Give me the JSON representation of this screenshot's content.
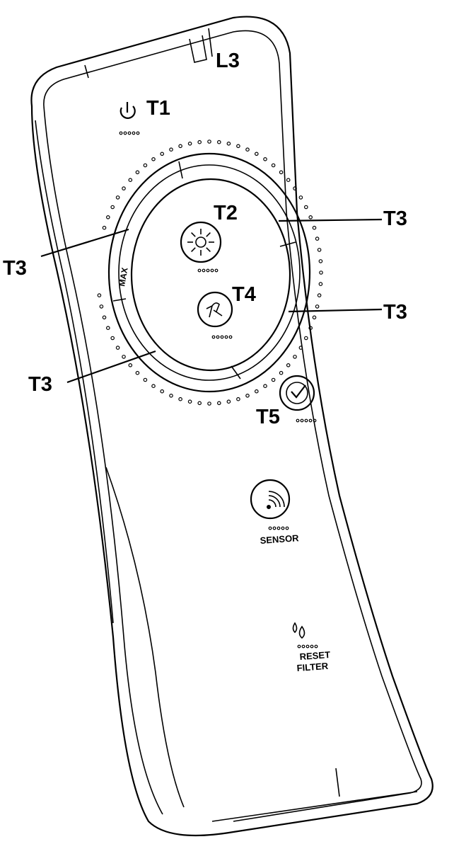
{
  "labels": {
    "l3": "L3",
    "t1": "T1",
    "t2": "T2",
    "t3": "T3",
    "t4": "T4",
    "t5": "T5"
  },
  "device_text": {
    "max": "MAX",
    "sensor": "SENSOR",
    "reset": "RESET",
    "filter": "FILTER"
  },
  "icons": {
    "power": "power-icon",
    "light": "sun-light-icon",
    "fan": "fan-icon",
    "timer": "check-timer-icon",
    "sensor": "wireless-sensor-icon",
    "filter": "water-drops-icon"
  }
}
